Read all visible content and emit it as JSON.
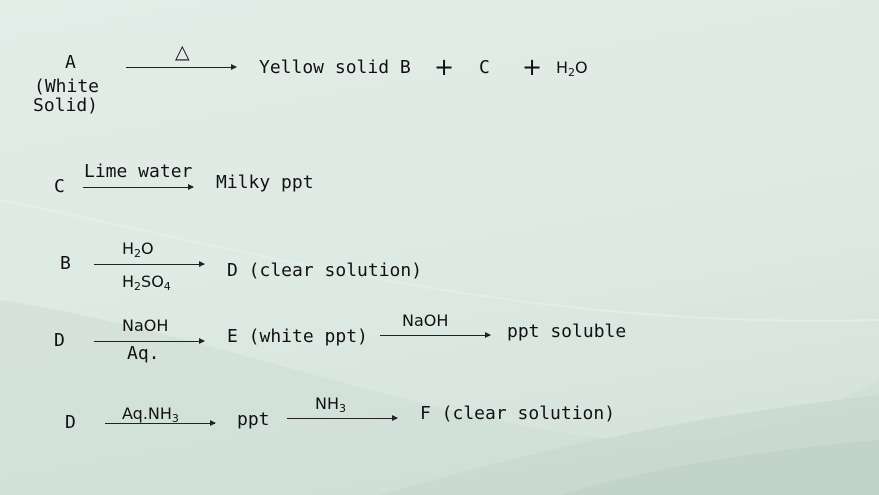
{
  "reaction1": {
    "reactant": "A",
    "reactant_note_1": "(White",
    "reactant_note_2": "Solid)",
    "condition_symbol": "△",
    "product1": "Yellow solid B",
    "plus1": "+",
    "product2": "C",
    "plus2": "+",
    "water_H": "H",
    "water_sub": "2",
    "water_O": "O"
  },
  "reaction2": {
    "reactant": "C",
    "reagent": "Lime water",
    "product": "Milky ppt"
  },
  "reaction3": {
    "reactant": "B",
    "reagent_top_H": "H",
    "reagent_top_sub": "2",
    "reagent_top_O": "O",
    "reagent_bottom_H": "H",
    "reagent_bottom_sub1": "2",
    "reagent_bottom_SO": "SO",
    "reagent_bottom_sub2": "4",
    "product": "D (clear solution)"
  },
  "reaction4": {
    "reactant": "D",
    "reagent_top": "NaOH",
    "reagent_bottom": "Aq.",
    "product": "E (white ppt)",
    "reagent2": "NaOH",
    "product2": "ppt soluble"
  },
  "reaction5": {
    "reactant": "D",
    "reagent_main": "Aq.NH",
    "reagent_sub": "3",
    "product": "ppt",
    "reagent2_main": "NH",
    "reagent2_sub": "3",
    "product2": "F (clear solution)"
  }
}
